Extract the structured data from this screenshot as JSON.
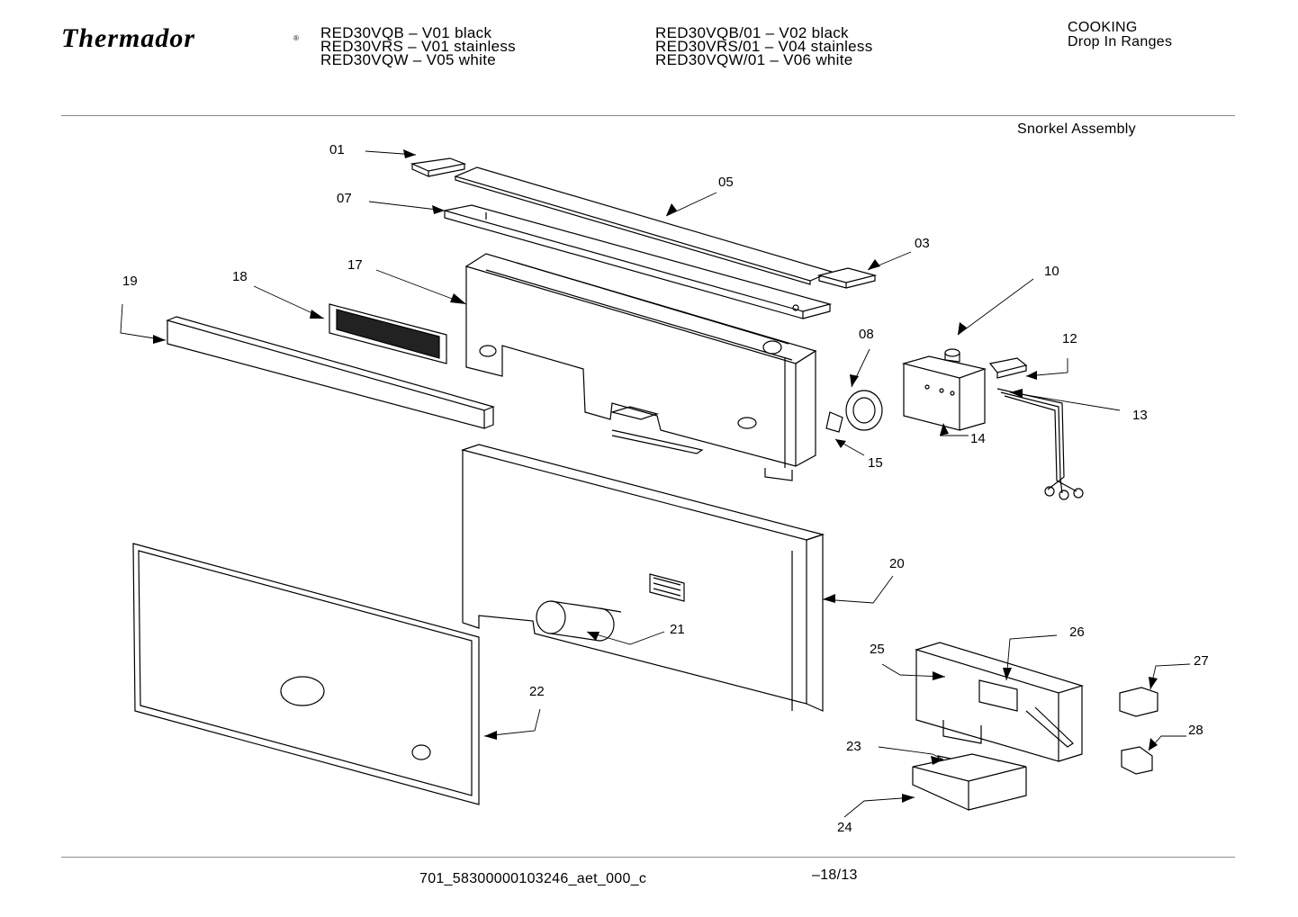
{
  "header": {
    "brand": "Thermador",
    "brand_mark": "®",
    "models_left": [
      "RED30VQB – V01 black",
      "RED30VRS – V01 stainless",
      "RED30VQW – V05 white"
    ],
    "models_right": [
      "RED30VQB/01 – V02 black",
      "RED30VRS/01 – V04 stainless",
      "RED30VQW/01 – V06 white"
    ],
    "category": "COOKING",
    "subcategory": "Drop In Ranges"
  },
  "section_title": "Snorkel Assembly",
  "part_labels": {
    "p01": "01",
    "p03": "03",
    "p05": "05",
    "p07": "07",
    "p08": "08",
    "p10": "10",
    "p12": "12",
    "p13": "13",
    "p14": "14",
    "p15": "15",
    "p17": "17",
    "p18": "18",
    "p19": "19",
    "p20": "20",
    "p21": "21",
    "p22": "22",
    "p23": "23",
    "p24": "24",
    "p25": "25",
    "p26": "26",
    "p27": "27",
    "p28": "28"
  },
  "footer": {
    "doc_id": "701_58300000103246_aet_000_c",
    "page": "–18/13"
  }
}
